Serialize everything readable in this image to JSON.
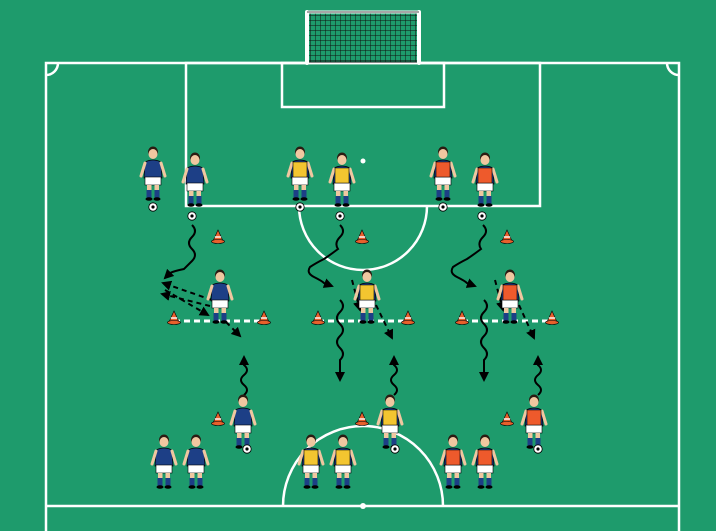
{
  "pitch": {
    "grass_color": "#1e9b6c",
    "line_color": "#ffffff"
  },
  "teams": {
    "blue": {
      "shirt": "#1d3f86",
      "bib": null
    },
    "yellow": {
      "shirt": "#1d3f86",
      "bib": "#f3c530"
    },
    "orange": {
      "shirt": "#1d3f86",
      "bib": "#ee5a2c"
    }
  },
  "cone_color": "#e8602c",
  "drill": {
    "groups": [
      "blue",
      "yellow",
      "orange"
    ],
    "description_visible": false
  }
}
